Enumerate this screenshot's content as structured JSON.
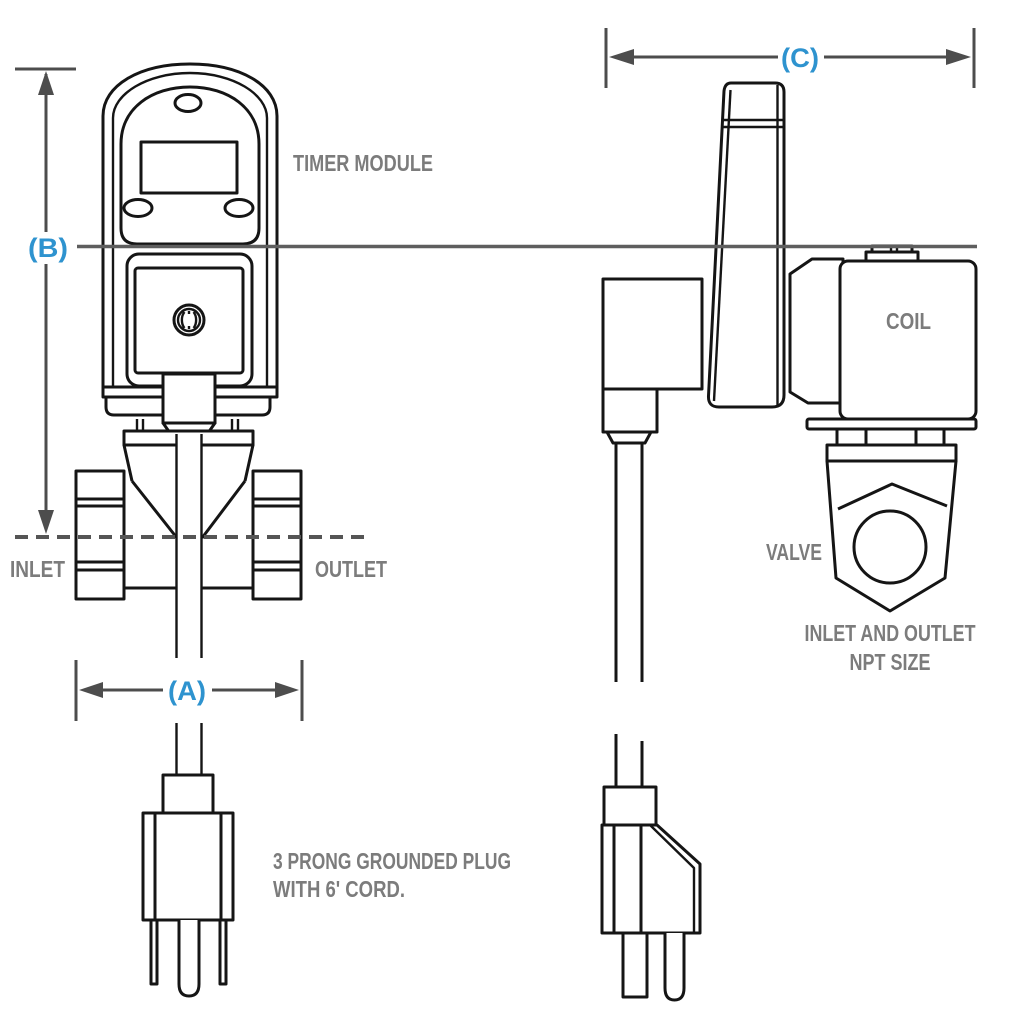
{
  "colors": {
    "drawing_line": "#151515",
    "dimension_line": "#4d4d4d",
    "label_gray": "#7c7c7c",
    "accent_blue": "#2e93cf",
    "reference_line": "#5e5e5e",
    "background": "#ffffff"
  },
  "front_view": {
    "timer_module_label": "TIMER MODULE",
    "inlet_label": "INLET",
    "outlet_label": "OUTLET",
    "plug_note_line1": "3 PRONG GROUNDED PLUG",
    "plug_note_line2": "WITH 6' CORD.",
    "dim_height": "(B)",
    "dim_width": "(A)"
  },
  "side_view": {
    "coil_label": "COIL",
    "valve_label": "VALVE",
    "npt_note_line1": "INLET AND OUTLET",
    "npt_note_line2": "NPT SIZE",
    "dim_depth": "(C)"
  }
}
